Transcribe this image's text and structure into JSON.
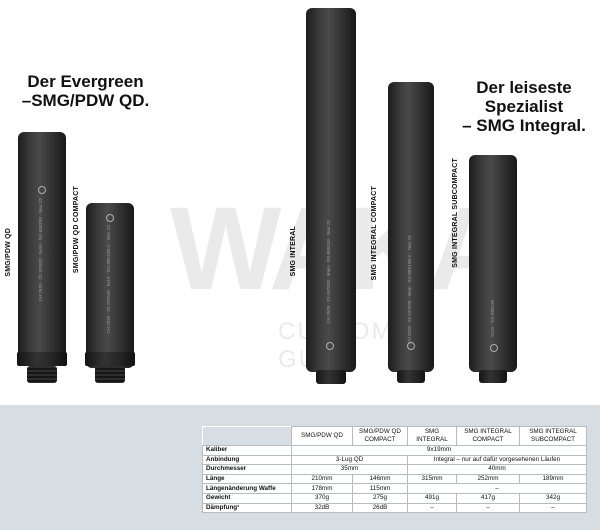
{
  "headings": {
    "left": {
      "line1": "Der Evergreen",
      "line2": "–SMG/PDW QD."
    },
    "right": {
      "line1": "Der leiseste Spezialist",
      "line2": "– SMG Integral."
    }
  },
  "watermark": {
    "big": "WAKA",
    "small": "CUSTOM GUNS"
  },
  "suppressors": [
    {
      "label": "SMG/PDW QD",
      "engraving": "CH 2520 · 22-197632 · 9x19 · SG-885208 · Nav. 22"
    },
    {
      "label": "SMG/PDW QD COMPACT",
      "engraving": "CH 2520 · 22-197649 · 9x19 · SG-88519B-C · Nav. 22"
    },
    {
      "label": "SMG INTERAL",
      "engraving": "CH 2520 · 22-197538 · 9mm · SG-885139 · Nav. 21"
    },
    {
      "label": "SMG INTEGRAL COMPACT",
      "engraving": "CH 2520 · 22-197538 · 9mm · SG-88519B-C · Nav. 21"
    },
    {
      "label": "SMG INTEGRAL SUBCOMPACT",
      "engraving": "9x19 · SG-885198"
    }
  ],
  "table": {
    "columns": [
      {
        "line1": "SMG/PDW QD",
        "line2": ""
      },
      {
        "line1": "SMG/PDW QD",
        "line2": "COMPACT"
      },
      {
        "line1": "SMG",
        "line2": "INTEGRAL"
      },
      {
        "line1": "SMG INTEGRAL",
        "line2": "COMPACT"
      },
      {
        "line1": "SMG INTEGRAL",
        "line2": "SUBCOMPACT"
      }
    ],
    "rows": {
      "kaliber": {
        "label": "Kaliber",
        "value": "9x19mm"
      },
      "anbindung": {
        "label": "Anbindung",
        "qd": "3-Lug QD",
        "integral": "Integral – nur auf dafür vorgesehenen Läufen"
      },
      "durchmesser": {
        "label": "Durchmesser",
        "qd": "35mm",
        "integral": "40mm"
      },
      "laenge": {
        "label": "Länge",
        "values": [
          "210mm",
          "146mm",
          "315mm",
          "252mm",
          "189mm"
        ]
      },
      "laengenaenderung": {
        "label": "Längenänderung Waffe",
        "values": [
          "178mm",
          "115mm"
        ],
        "integral": "–"
      },
      "gewicht": {
        "label": "Gewicht",
        "values": [
          "370g",
          "275g",
          "491g",
          "417g",
          "342g"
        ]
      },
      "daempfung": {
        "label": "Dämpfung¹",
        "values": [
          "32dB",
          "26dB",
          "–",
          "–",
          "–"
        ]
      }
    }
  }
}
